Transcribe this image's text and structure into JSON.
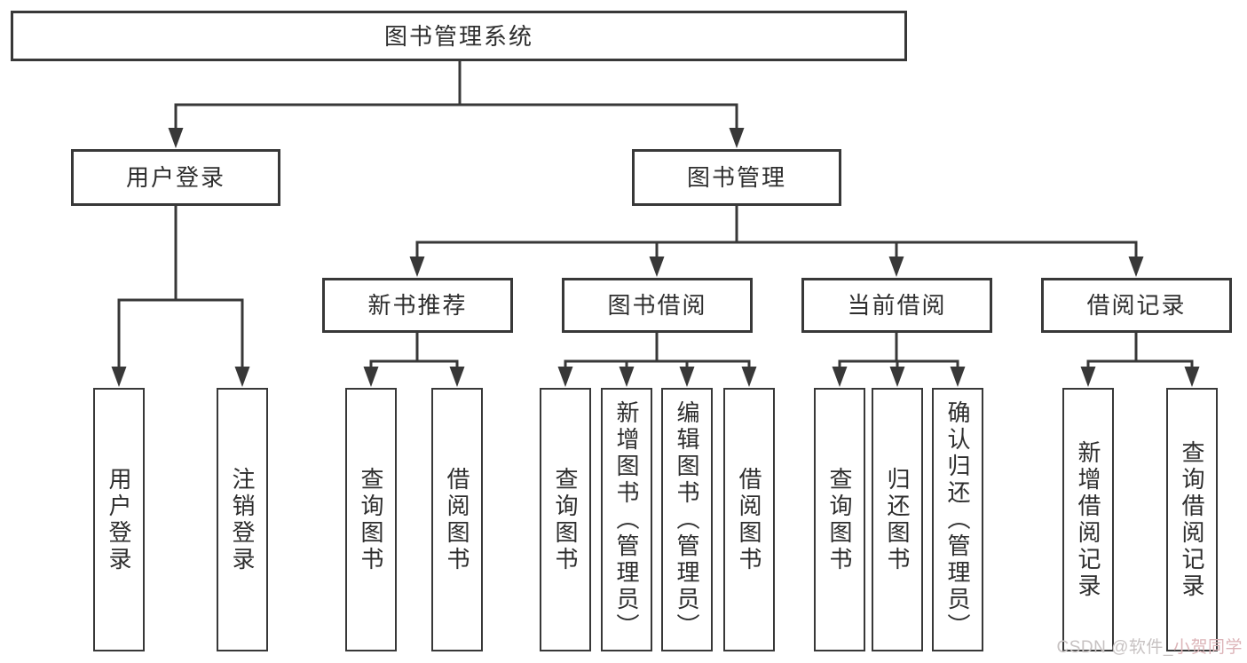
{
  "diagram": {
    "root": "图书管理系统",
    "level2": {
      "user_login": "用户登录",
      "book_management": "图书管理"
    },
    "level3": {
      "new_books": "新书推荐",
      "book_borrow": "图书借阅",
      "current_borrow": "当前借阅",
      "borrow_records": "借阅记录"
    },
    "leaves": {
      "user_login": "用户登录",
      "logout": "注销登录",
      "newbooks_query": "查询图书",
      "newbooks_borrow": "借阅图书",
      "borrow_query": "查询图书",
      "borrow_add": "新增图书（管理员）",
      "borrow_edit": "编辑图书（管理员）",
      "borrow_borrow": "借阅图书",
      "current_query": "查询图书",
      "current_return": "归还图书",
      "current_confirm": "确认归还（管理员）",
      "records_add": "新增借阅记录",
      "records_query": "查询借阅记录"
    }
  },
  "watermark": {
    "prefix": "CSDN @软件_",
    "suffix": "小贺同学"
  },
  "colors": {
    "line": "#383838",
    "text": "#2e2e2e",
    "background": "#ffffff",
    "watermark_gray": "#c7c2c2",
    "watermark_pink": "#dcb4b8"
  }
}
